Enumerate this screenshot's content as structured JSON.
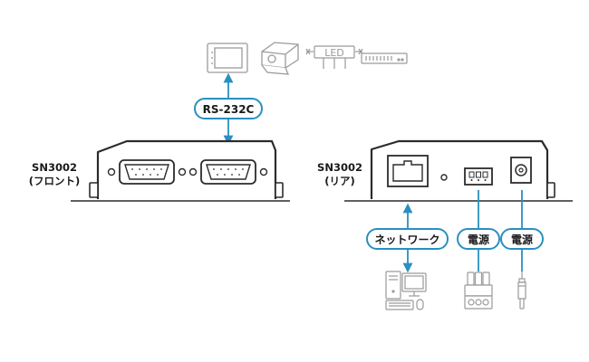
{
  "front": {
    "model": "SN3002",
    "side": "(フロント)"
  },
  "rear": {
    "model": "SN3002",
    "side": "(リア)"
  },
  "serial_label": "RS-232C",
  "network_label": "ネットワーク",
  "power_label_1": "電源",
  "power_label_2": "電源",
  "led_text": "LED",
  "colors": {
    "accent": "#2a8fc1",
    "device": "#2b2b2b",
    "peripheral": "#9a9a9a",
    "label_border": "#2a8fc1"
  },
  "icons": [
    "touch-panel-icon",
    "projector-icon",
    "led-icon",
    "display-board-icon",
    "computer-icon",
    "terminal-block-plug-icon",
    "dc-plug-icon"
  ]
}
